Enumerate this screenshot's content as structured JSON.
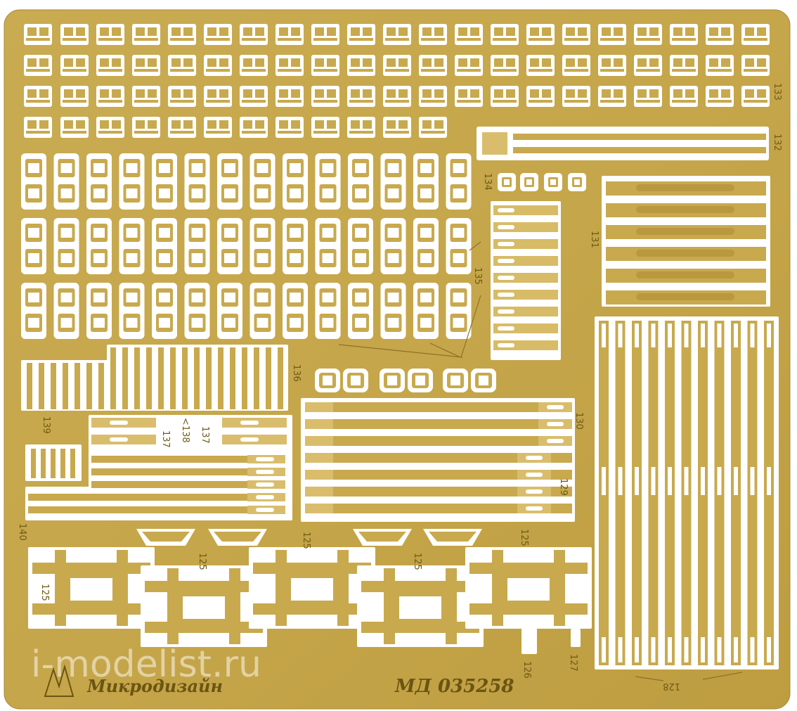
{
  "sheet": {
    "brand": "Микродизайн",
    "code": "МД 035258",
    "watermark": "i-modelist.ru",
    "colors": {
      "brass": "#c8a94e",
      "brass_dark": "#a9893a",
      "window": "#ffffff",
      "text": "#6a5512"
    }
  },
  "part_labels": {
    "p133": "133",
    "p132": "132",
    "p134": "134",
    "p131": "131",
    "p135": "135",
    "p136": "136",
    "p137a": "137",
    "p137b": "137",
    "p138": "<138",
    "p139": "139",
    "p130": "130",
    "p129": "129",
    "p140": "140",
    "p125a": "125",
    "p125b": "125",
    "p125c": "125",
    "p125d": "125",
    "p125e": "125",
    "p126": "126",
    "p127": "127",
    "p128": "128"
  }
}
